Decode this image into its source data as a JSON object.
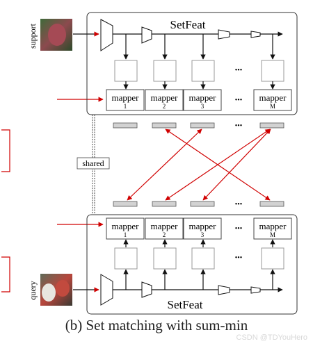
{
  "diagram": {
    "top_block_title": "SetFeat",
    "bottom_block_title": "SetFeat",
    "support_label": "support",
    "query_label": "query",
    "shared_label": "shared",
    "ellipsis": "•••",
    "mapper_word": "mapper",
    "mappers": [
      {
        "index": "1"
      },
      {
        "index": "2"
      },
      {
        "index": "3"
      },
      {
        "index": "M"
      }
    ],
    "colors": {
      "arrow": "#d00000",
      "line": "#111111",
      "token_fill": "#d2d2d2",
      "support_image": "#6f4a3a",
      "query_image": "#8a4a3e"
    }
  },
  "caption": "(b) Set matching with sum-min",
  "watermark": "CSDN @TDYouHero"
}
